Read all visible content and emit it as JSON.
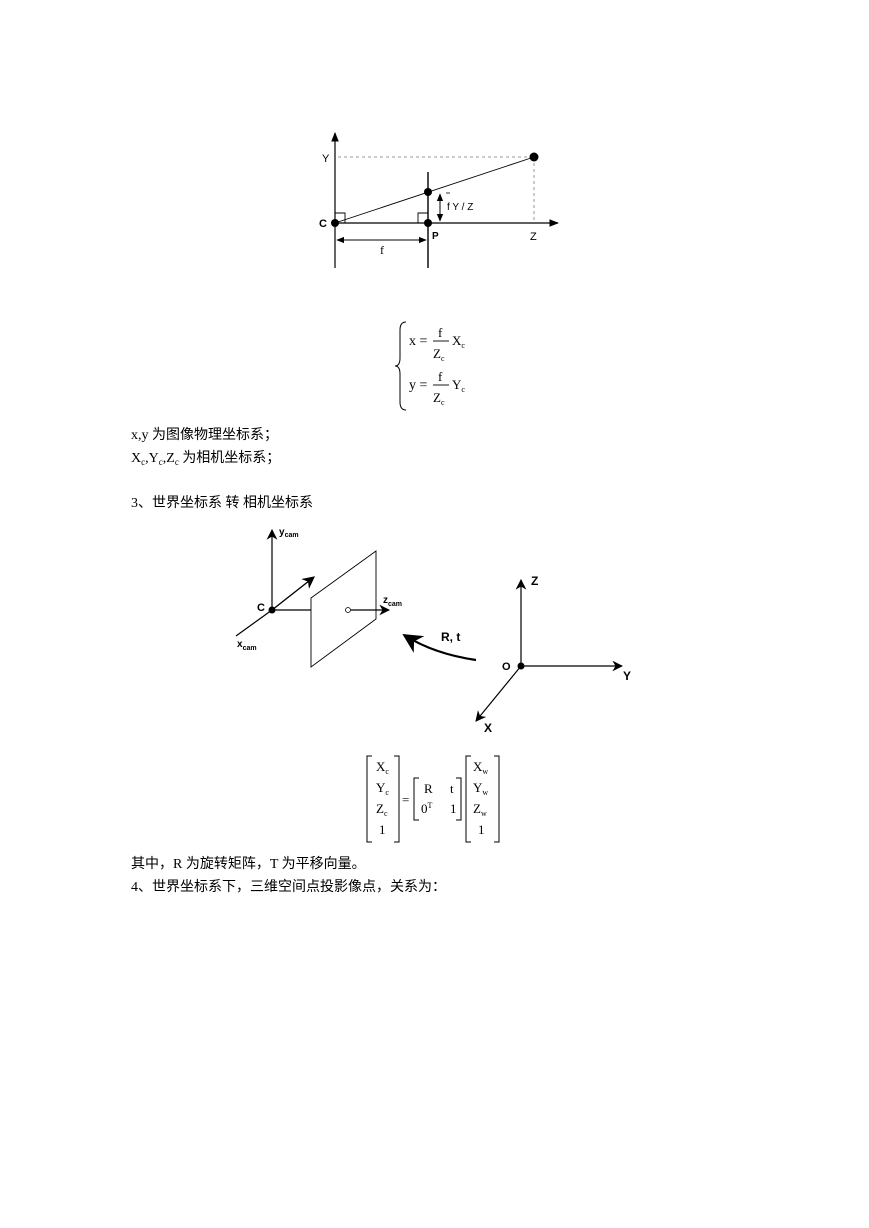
{
  "fig1": {
    "y_label": "Y",
    "c_label": "C",
    "p_label": "P",
    "z_label": "Z",
    "f_label": "f",
    "fyz_label": "f Y / Z"
  },
  "eq1": {
    "x_lhs": "x =",
    "y_lhs": "y =",
    "num": "f",
    "den": "Z",
    "den_sub": "c",
    "x_rhs": "X",
    "y_rhs": "Y",
    "rhs_sub": "c"
  },
  "text": {
    "line1": "x,y 为图像物理坐标系；",
    "line2_a": "X",
    "line2_b": ",Y",
    "line2_c": ",Z",
    "line2_sub": "c",
    "line2_end": " 为相机坐标系；",
    "section3": "3、世界坐标系  转  相机坐标系",
    "rt_desc": "其中，R 为旋转矩阵，T 为平移向量。",
    "section4": "4、世界坐标系下，三维空间点投影像点，关系为："
  },
  "fig2": {
    "ycam": "y",
    "xcam": "x",
    "zcam": "z",
    "cam_sub": "cam",
    "c_label": "C",
    "rt_label": "R, t",
    "o_label": "O",
    "z_axis": "Z",
    "y_axis": "Y",
    "x_axis": "X"
  },
  "eq2": {
    "lhs": [
      "X",
      "Y",
      "Z",
      "1"
    ],
    "lhs_sub": "c",
    "m_r": "R",
    "m_t": "t",
    "m_0": "0",
    "m_0_sup": "T",
    "m_1": "1",
    "eq": "=",
    "rhs": [
      "X",
      "Y",
      "Z",
      "1"
    ],
    "rhs_sub": "w"
  }
}
